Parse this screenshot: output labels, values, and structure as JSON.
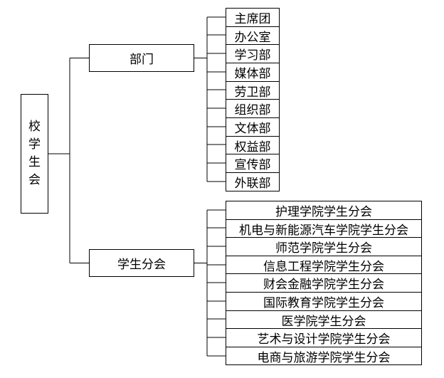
{
  "root": {
    "label": [
      "校",
      "学",
      "生",
      "会"
    ]
  },
  "branches": [
    {
      "label": "部门",
      "items": [
        "主席团",
        "办公室",
        "学习部",
        "媒体部",
        "劳卫部",
        "组织部",
        "文体部",
        "权益部",
        "宣传部",
        "外联部"
      ]
    },
    {
      "label": "学生分会",
      "items": [
        "护理学院学生分会",
        "机电与新能源汽车学院学生分会",
        "师范学院学生分会",
        "信息工程学院学生分会",
        "财会金融学院学生分会",
        "国际教育学院学生分会",
        "医学院学生分会",
        "艺术与设计学院学生分会",
        "电商与旅游学院学生分会"
      ]
    }
  ]
}
